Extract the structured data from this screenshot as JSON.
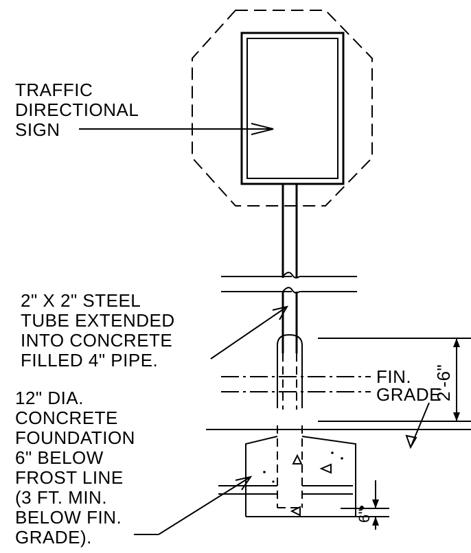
{
  "labels": {
    "sign": [
      "TRAFFIC",
      "DIRECTIONAL",
      "SIGN"
    ],
    "tube": [
      "2\" X 2\" STEEL",
      "TUBE EXTENDED",
      "INTO CONCRETE",
      "FILLED 4\" PIPE."
    ],
    "grade": [
      "FIN.",
      "GRADE"
    ],
    "foundation": [
      "12\" DIA.",
      "CONCRETE",
      "FOUNDATION",
      "6\" BELOW",
      "FROST LINE",
      "(3 FT. MIN.",
      "BELOW FIN.",
      "GRADE)."
    ]
  },
  "dimensions": {
    "height": "2'-6\"",
    "depth": "6\""
  }
}
